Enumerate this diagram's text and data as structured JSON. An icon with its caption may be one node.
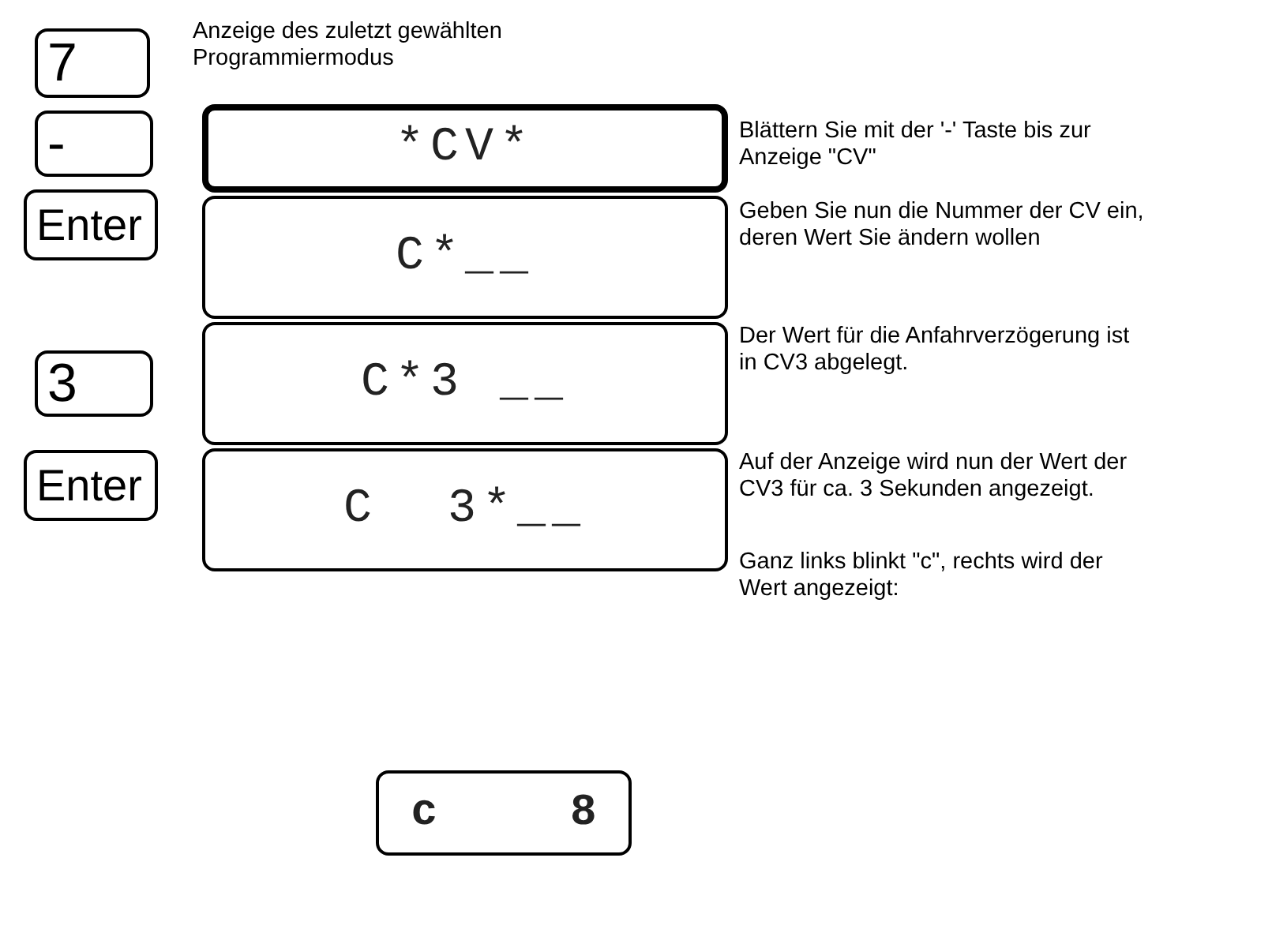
{
  "diagram": {
    "nodes": [
      {
        "text": [
          "7"
        ]
      },
      {
        "text": [
          "-"
        ]
      },
      {
        "text": [
          "Enter"
        ]
      },
      {
        "text": [
          "3"
        ]
      },
      {
        "text": [
          "Enter"
        ]
      },
      {
        "text": [
          "*CV*"
        ]
      },
      {
        "text": [
          "C*__"
        ]
      },
      {
        "text": [
          "C*3 __"
        ]
      },
      {
        "text": [
          "C  3*__"
        ]
      },
      {
        "text": [
          "c     8"
        ]
      }
    ],
    "labels": [
      "Anzeige des zuletzt gewählten Programmiermodus",
      "Blättern Sie mit der '-' Taste bis zur Anzeige \"CV\"",
      "Geben Sie nun die Nummer der CV ein, deren Wert Sie ändern wollen",
      "Der Wert für die Anfahrverzögerung ist in CV3 abgelegt.",
      "Auf der Anzeige wird nun der Wert der CV3 für ca. 3 Sekunden angezeigt.",
      "Ganz links blinkt \"c\", rechts wird der Wert angezeigt:"
    ]
  }
}
